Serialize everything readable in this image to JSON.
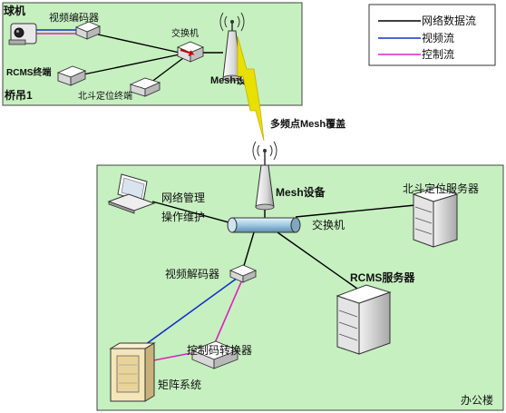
{
  "colors": {
    "zone_fill": "#c6f0c0",
    "zone_border": "#333333",
    "data_flow": "#000000",
    "video_flow": "#1030c8",
    "control_flow": "#e020c0",
    "wireless": "#e8e000"
  },
  "legend": {
    "items": [
      {
        "label": "网络数据流",
        "color": "#000000"
      },
      {
        "label": "视频流",
        "color": "#1030c8"
      },
      {
        "label": "控制流",
        "color": "#e020c0"
      }
    ]
  },
  "zones": {
    "bridge": {
      "label": "桥吊1"
    },
    "office": {
      "label": "办公楼"
    }
  },
  "link_label": "多频点Mesh覆盖",
  "bridge_nodes": {
    "camera": "球机",
    "video_encoder": "视频编码器",
    "rcms_terminal": "RCMS终端",
    "beidou_terminal": "北斗定位终端",
    "switch": "交换机",
    "mesh": "Mesh设备"
  },
  "office_nodes": {
    "mesh": "Mesh设备",
    "switch": "交换机",
    "netmgmt_line1": "网络管理",
    "netmgmt_line2": "操作维护",
    "beidou_server": "北斗定位服务器",
    "video_decoder": "视频解码器",
    "rcms_server": "RCMS服务器",
    "code_converter": "控制码转换器",
    "matrix": "矩阵系统"
  }
}
